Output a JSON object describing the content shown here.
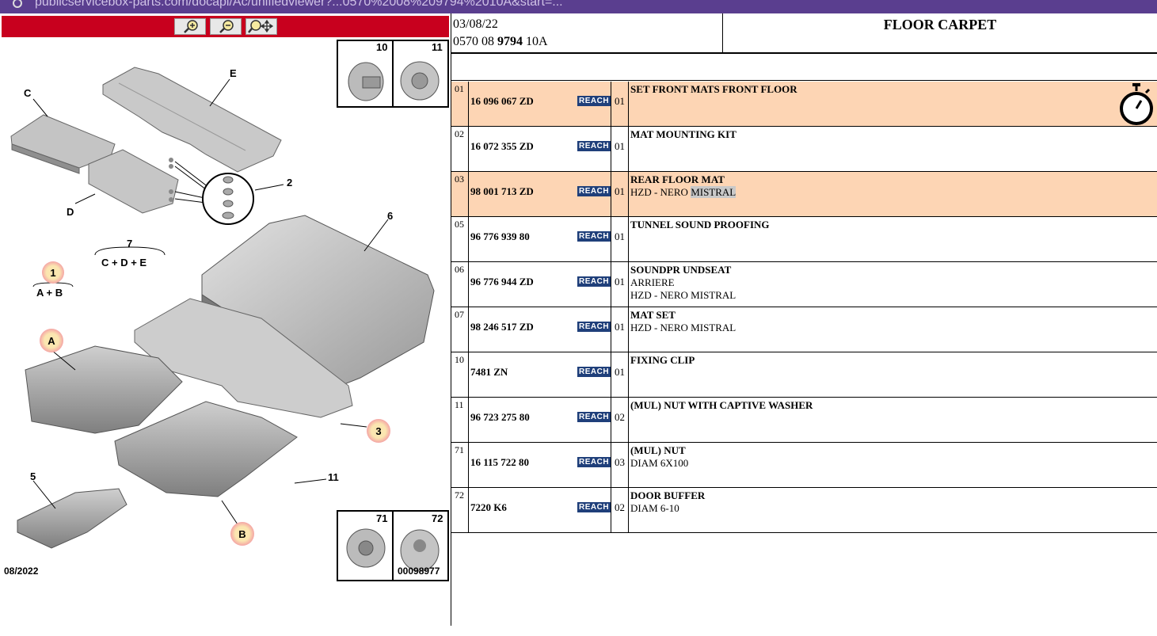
{
  "browser": {
    "url": "publicservicebox-parts.com/docapi/Ac/unifiedviewer?...0570%2008%209794%2010A&start=..."
  },
  "toolbar": {
    "zoom_in": "zoom-in",
    "zoom_out": "zoom-out",
    "zoom_move": "zoom-move"
  },
  "diagram": {
    "labels": {
      "A": "A",
      "B": "B",
      "C": "C",
      "D": "D",
      "E": "E",
      "n1": "1",
      "n2": "2",
      "n3": "3",
      "n5": "5",
      "n6": "6",
      "n7": "7",
      "n11": "11",
      "sum7": "C + D + E",
      "sum1": "A + B"
    },
    "inset_top": {
      "left": "10",
      "right": "11"
    },
    "inset_bottom": {
      "left": "71",
      "right": "72"
    },
    "date": "08/2022",
    "number": "00098977"
  },
  "header": {
    "date": "03/08/22",
    "code_pre": "0570 08 ",
    "code_bold": "9794",
    "code_post": " 10A",
    "title": "FLOOR CARPET"
  },
  "rows": [
    {
      "ref": "01",
      "part": "16 096 067 ZD",
      "reach": "REACH",
      "qty": "01",
      "title": "SET FRONT MATS FRONT FLOOR",
      "lines": [],
      "highlight": true,
      "timer": true
    },
    {
      "ref": "02",
      "part": "16 072 355 ZD",
      "reach": "REACH",
      "qty": "01",
      "title": "MAT MOUNTING KIT",
      "lines": [],
      "highlight": false
    },
    {
      "ref": "03",
      "part": "98 001 713 ZD",
      "reach": "REACH",
      "qty": "01",
      "title": "REAR FLOOR MAT",
      "lines": [
        "HZD - NERO MISTRAL"
      ],
      "highlight": true
    },
    {
      "ref": "05",
      "part": "96 776 939 80",
      "reach": "REACH",
      "qty": "01",
      "title": "TUNNEL SOUND PROOFING",
      "lines": [],
      "highlight": false
    },
    {
      "ref": "06",
      "part": "96 776 944 ZD",
      "reach": "REACH",
      "qty": "01",
      "title": "SOUNDPR UNDSEAT",
      "lines": [
        "ARRIERE",
        "HZD - NERO MISTRAL"
      ],
      "highlight": false
    },
    {
      "ref": "07",
      "part": "98 246 517 ZD",
      "reach": "REACH",
      "qty": "01",
      "title": "MAT SET",
      "lines": [
        "HZD - NERO MISTRAL"
      ],
      "highlight": false
    },
    {
      "ref": "10",
      "part": "7481 ZN",
      "reach": "REACH",
      "qty": "01",
      "title": "FIXING CLIP",
      "lines": [],
      "highlight": false
    },
    {
      "ref": "11",
      "part": "96 723 275 80",
      "reach": "REACH",
      "qty": "02",
      "title": "(MUL) NUT WITH CAPTIVE WASHER",
      "lines": [],
      "highlight": false
    },
    {
      "ref": "71",
      "part": "16 115 722 80",
      "reach": "REACH",
      "qty": "03",
      "title": "(MUL) NUT",
      "lines": [
        "DIAM 6X100"
      ],
      "highlight": false
    },
    {
      "ref": "72",
      "part": "7220 K6",
      "reach": "REACH",
      "qty": "02",
      "title": "DOOR BUFFER",
      "lines": [
        "DIAM 6-10"
      ],
      "highlight": false
    }
  ]
}
